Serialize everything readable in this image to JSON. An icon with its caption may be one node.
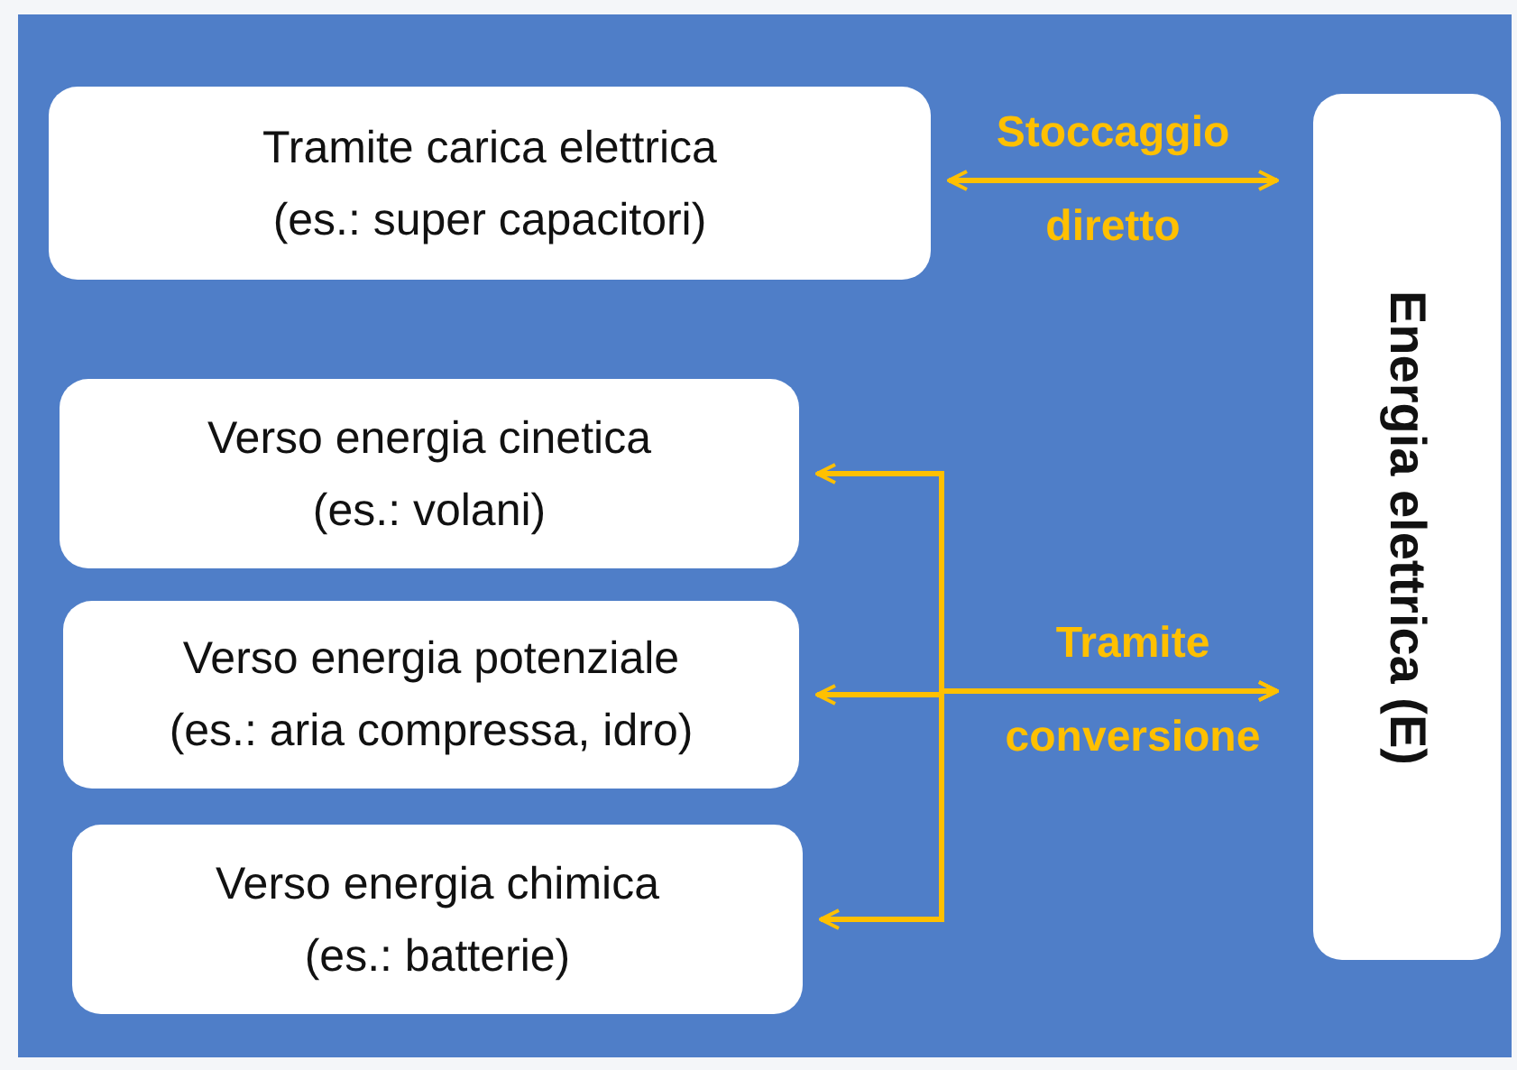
{
  "diagram": {
    "nodes": [
      {
        "text": [
          "Tramite carica elettrica",
          "(es.: super capacitori)"
        ]
      },
      {
        "text": [
          "Verso energia cinetica",
          "(es.: volani)"
        ]
      },
      {
        "text": [
          "Verso energia potenziale",
          "(es.: aria compressa, idro)"
        ]
      },
      {
        "text": [
          "Verso energia chimica",
          "(es.: batterie)"
        ]
      },
      {
        "text": [
          "Energia elettrica (E)"
        ]
      }
    ],
    "edges": [
      {
        "from": 0,
        "to": 4,
        "arrow": "both",
        "label": "Stoccaggio diretto"
      },
      {
        "from": 4,
        "to": 1,
        "arrow": "both"
      },
      {
        "from": 4,
        "to": 2,
        "arrow": "both",
        "label": "Tramite conversione"
      },
      {
        "from": 4,
        "to": 3,
        "arrow": "both"
      }
    ]
  }
}
